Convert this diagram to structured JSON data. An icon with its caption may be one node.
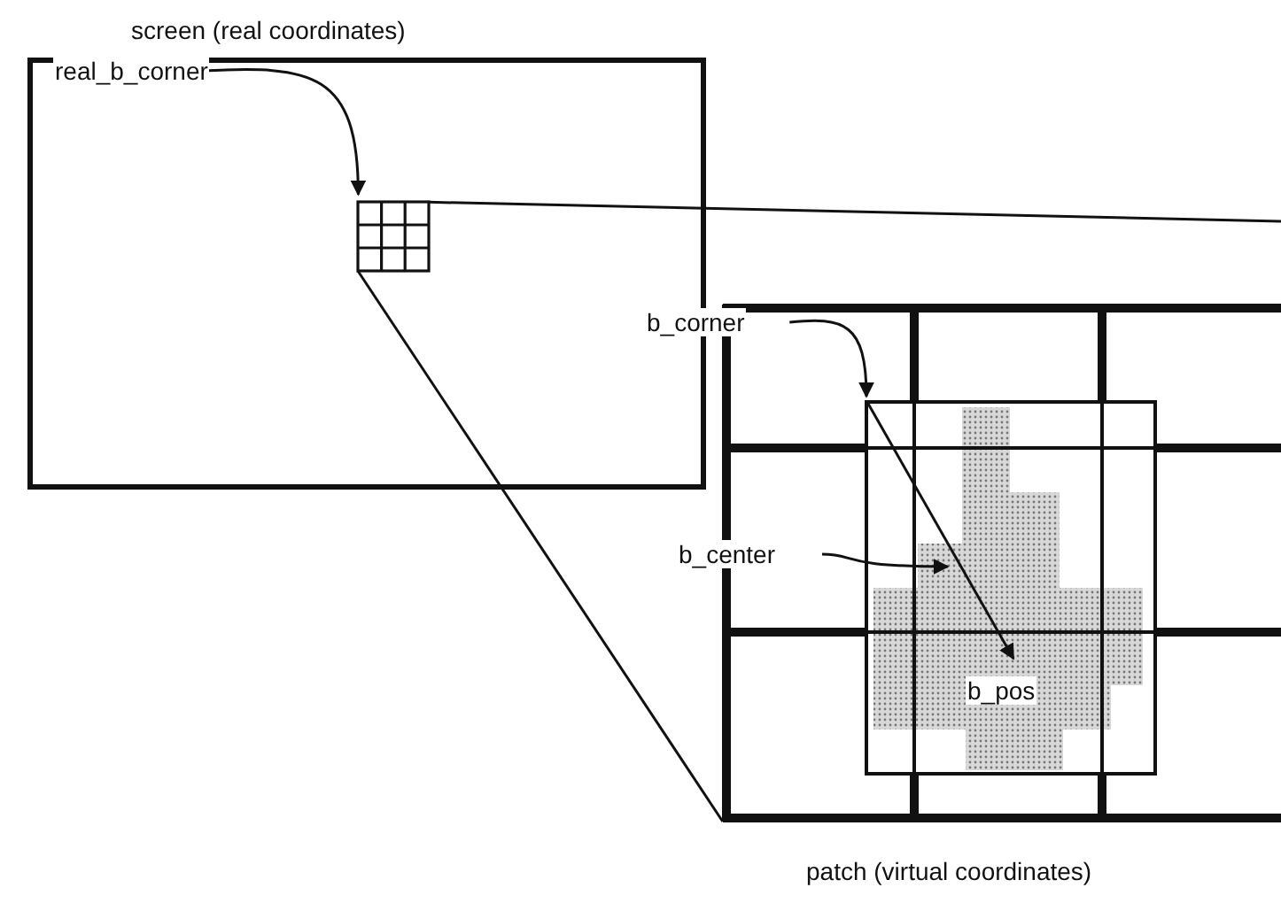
{
  "diagram": {
    "nodes": [
      {
        "text": [
          "screen (real coordinates)"
        ]
      },
      {
        "text": [
          "real_b_corner"
        ],
        "in": 0
      },
      {
        "text": [],
        "shape": "box",
        "in": 0
      },
      {
        "text": [
          "patch (virtual coordinates)"
        ]
      },
      {
        "text": [
          "b_corner"
        ]
      },
      {
        "text": [],
        "shape": "box",
        "in": 3
      },
      {
        "text": [
          "b_center"
        ]
      },
      {
        "text": [
          "b_pos"
        ],
        "in": 5
      }
    ],
    "edges": [
      {
        "from": 1,
        "to": 2,
        "arrow": "to"
      },
      {
        "from": 2,
        "to": 3,
        "arrow": "none"
      },
      {
        "from": 2,
        "to": 3,
        "arrow": "none"
      },
      {
        "from": 4,
        "to": 5,
        "arrow": "to"
      },
      {
        "from": 6,
        "to": 5,
        "arrow": "to"
      },
      {
        "from": 5,
        "to": 7,
        "arrow": "to"
      }
    ]
  }
}
